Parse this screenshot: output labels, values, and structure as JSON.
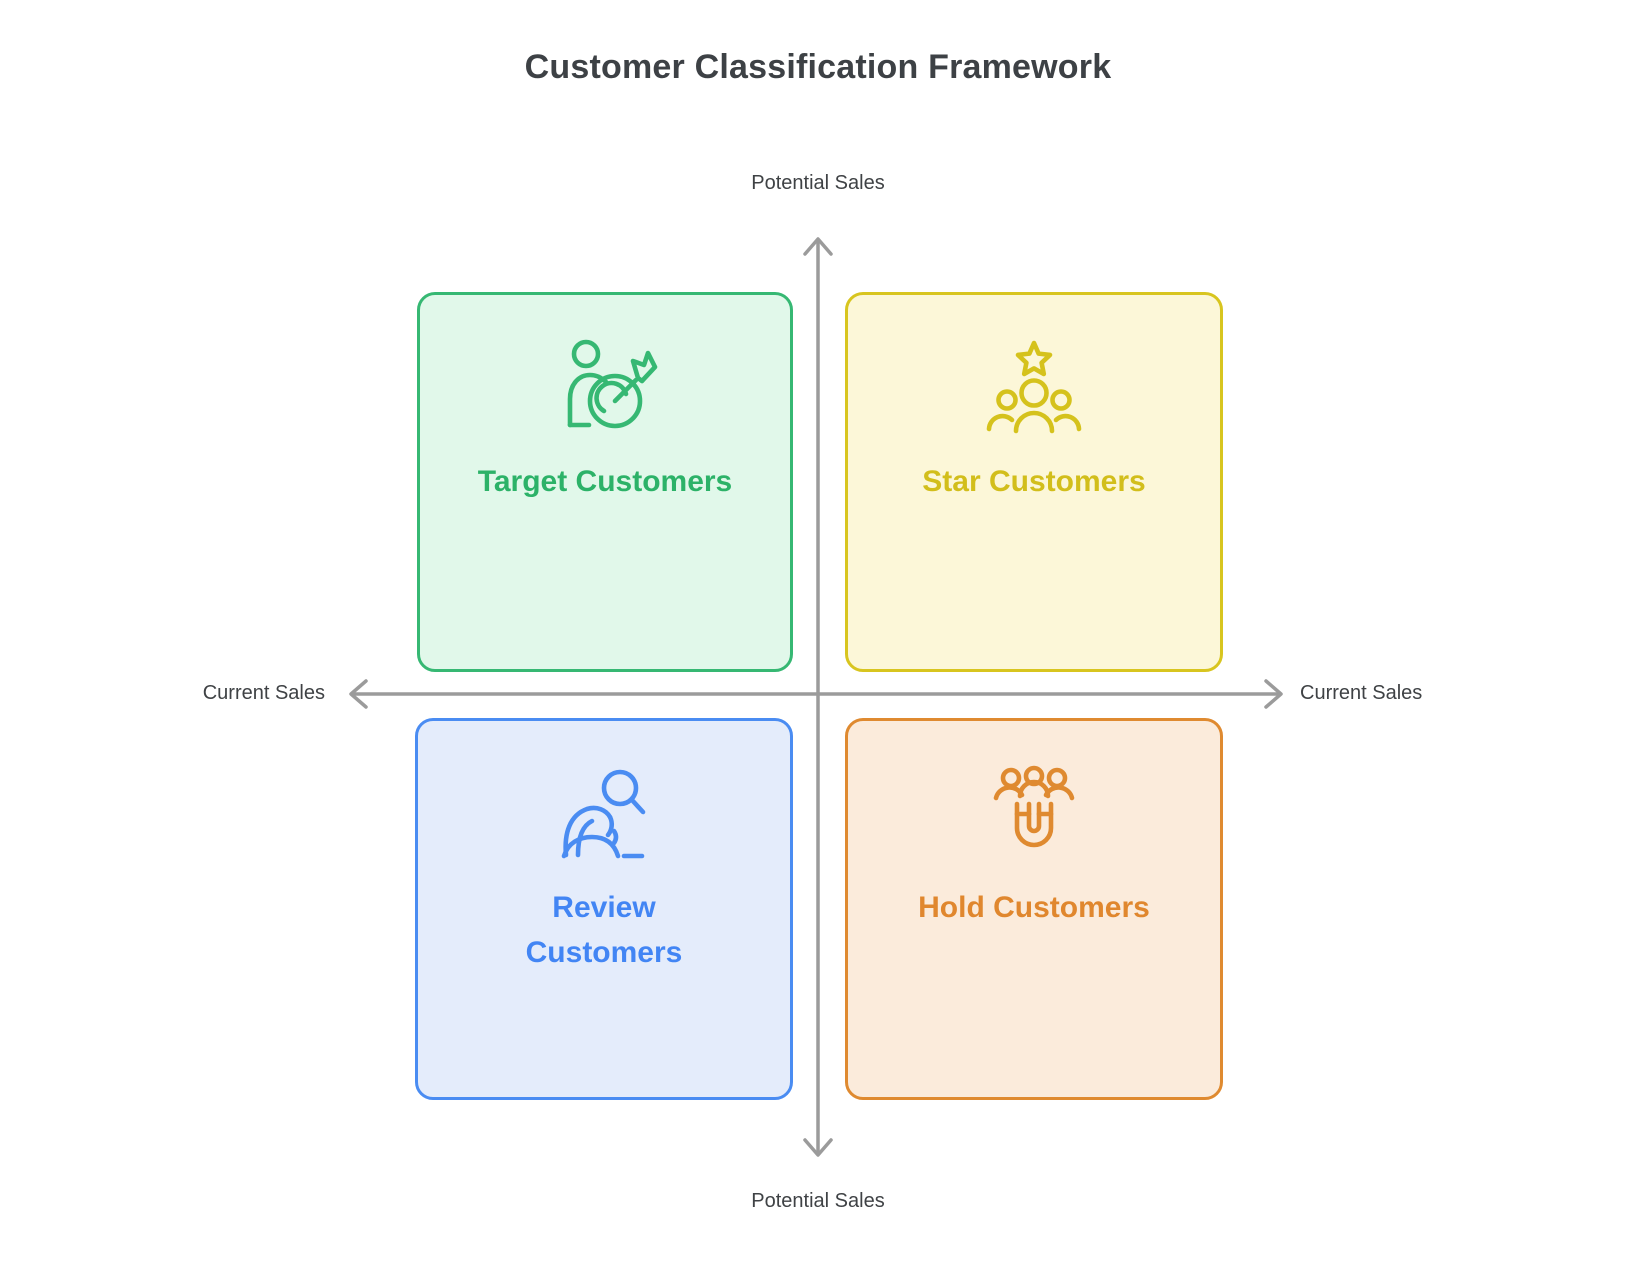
{
  "title": "Customer Classification Framework",
  "axes": {
    "vertical_top_label": "Potential Sales",
    "vertical_bottom_label": "Potential Sales",
    "horizontal_left_label": "Current Sales",
    "horizontal_right_label": "Current Sales",
    "axis_color": "#9b9b9b",
    "label_color": "#3f4245"
  },
  "quadrants": [
    {
      "position": "top-left",
      "label": "Target Customers",
      "icon": "person-target-icon",
      "text_color": "#2cb268",
      "border_color": "#36b873",
      "bg_color": "#e1f8ea"
    },
    {
      "position": "top-right",
      "label": "Star Customers",
      "icon": "star-team-icon",
      "text_color": "#d2be1b",
      "border_color": "#d8c51f",
      "bg_color": "#fcf7d8"
    },
    {
      "position": "bottom-left",
      "label": "Review Customers",
      "icon": "person-magnifier-icon",
      "text_color": "#4285f4",
      "border_color": "#4a8cf2",
      "bg_color": "#e4ecfb"
    },
    {
      "position": "bottom-right",
      "label": "Hold Customers",
      "icon": "people-magnet-icon",
      "text_color": "#e0872e",
      "border_color": "#df8a30",
      "bg_color": "#fbebdb"
    }
  ]
}
